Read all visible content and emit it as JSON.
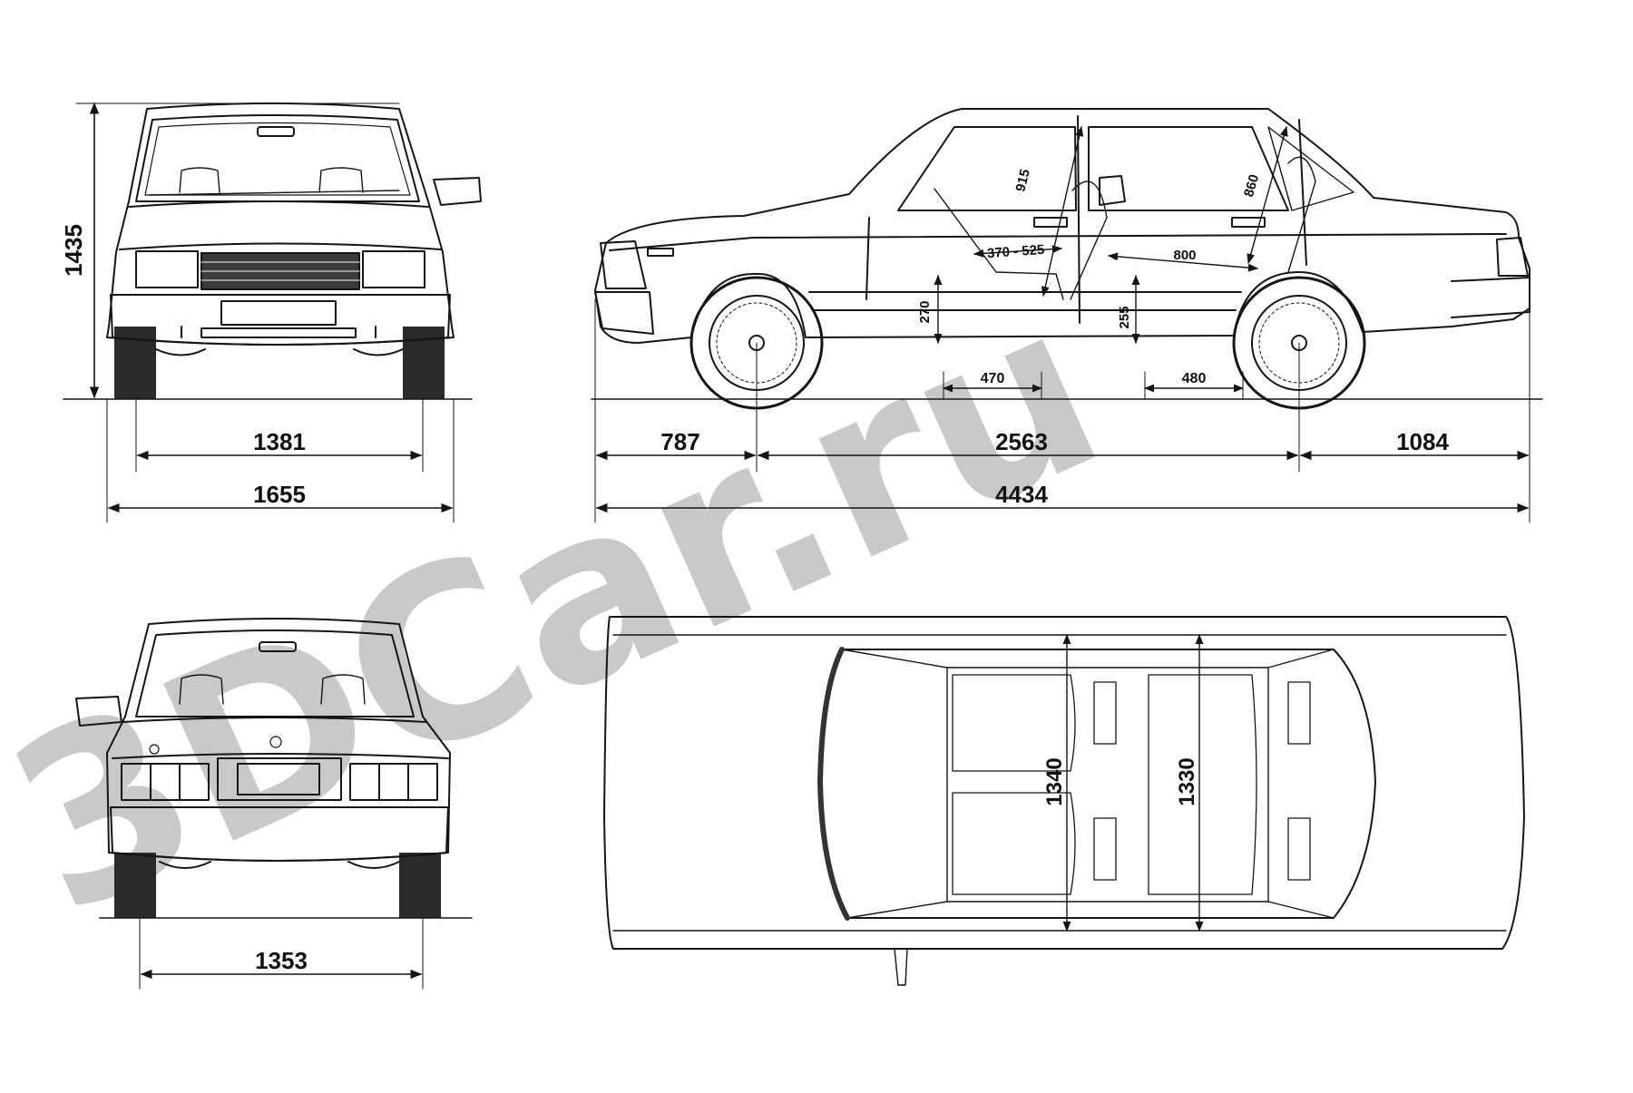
{
  "watermark": {
    "text": "3DCar.ru",
    "color": "#c9c9c9"
  },
  "colors": {
    "ink": "#151515",
    "paper": "#ffffff"
  },
  "views": {
    "front": {
      "height": "1435",
      "track": "1381",
      "width": "1655"
    },
    "side": {
      "front_overhang": "787",
      "wheelbase": "2563",
      "rear_overhang": "1084",
      "length": "4434",
      "front_headroom": "915",
      "rear_headroom": "860",
      "seat_travel": "370 - 525",
      "rear_legroom": "800",
      "front_seat_height": "270",
      "rear_seat_height": "255",
      "front_floor": "470",
      "rear_floor": "480"
    },
    "rear": {
      "track": "1353"
    },
    "top": {
      "front_width": "1340",
      "rear_width": "1330"
    }
  }
}
